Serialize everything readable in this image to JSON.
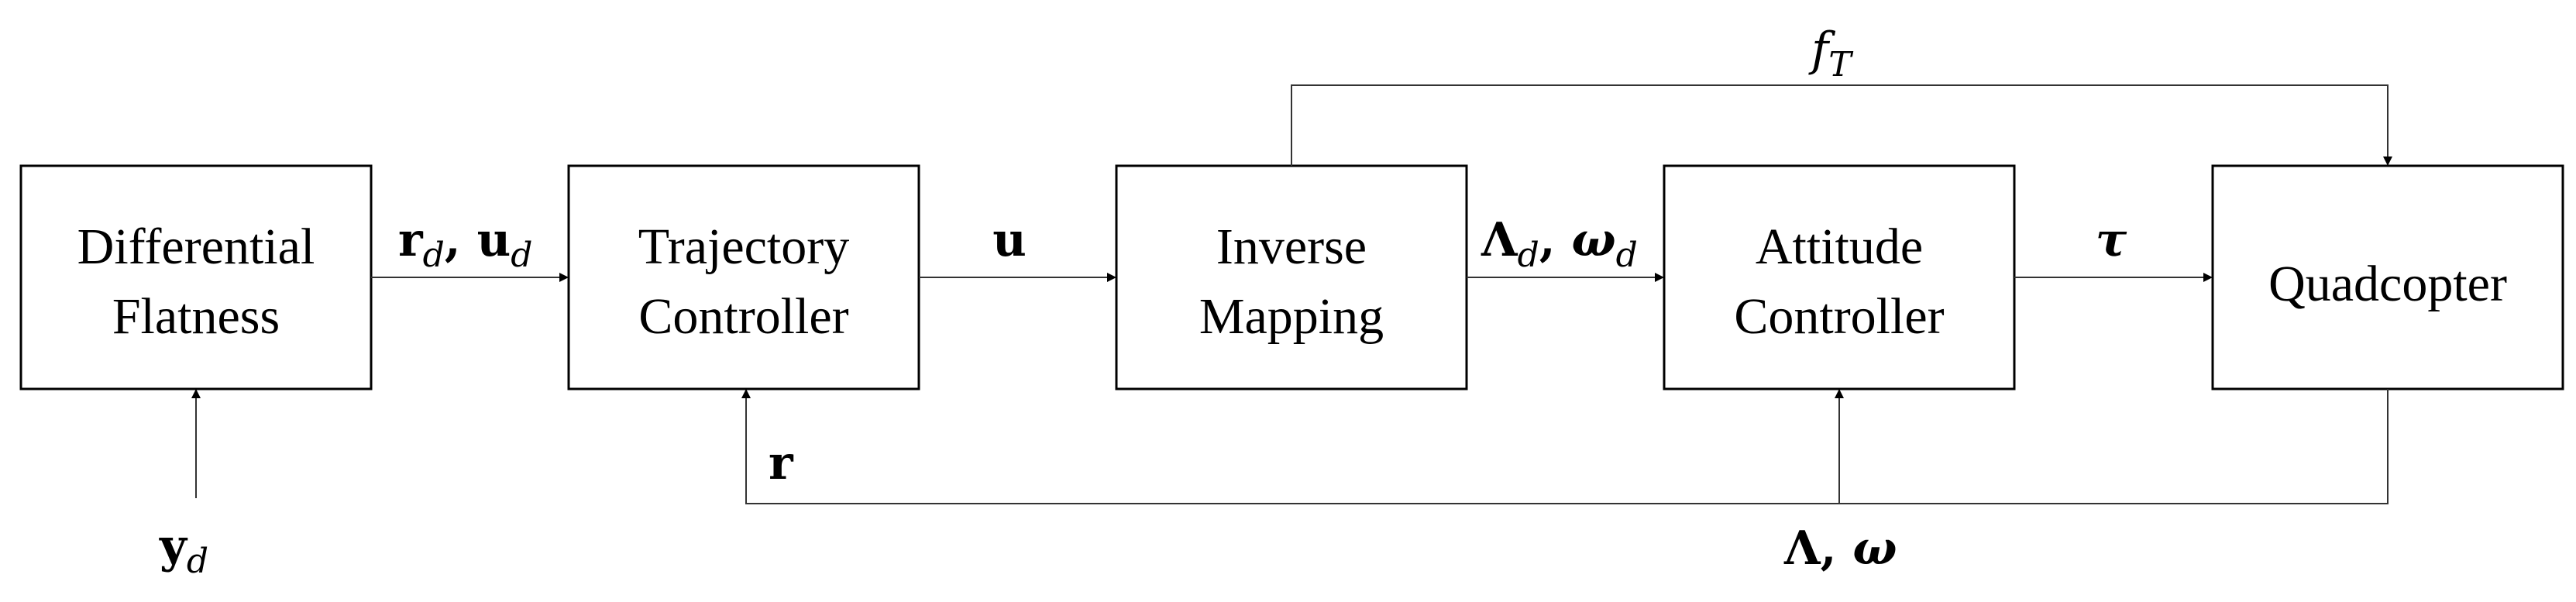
{
  "colors": {
    "stroke": "#000000",
    "wire": "#333333",
    "background": "#ffffff"
  },
  "blocks": {
    "differential_flatness": {
      "line1": "Differential",
      "line2": "Flatness"
    },
    "trajectory_controller": {
      "line1": "Trajectory",
      "line2": "Controller"
    },
    "inverse_mapping": {
      "line1": "Inverse",
      "line2": "Mapping"
    },
    "attitude_controller": {
      "line1": "Attitude",
      "line2": "Controller"
    },
    "quadcopter": {
      "line1": "Quadcopter"
    }
  },
  "signals": {
    "rd_ud": {
      "r": "r",
      "r_sub": "d",
      "comma": ", ",
      "u": "u",
      "u_sub": "d"
    },
    "u": {
      "u": "u"
    },
    "lambda_omega_d": {
      "lambda": "Λ",
      "lambda_sub": "d",
      "comma": ", ",
      "omega": "ω",
      "omega_sub": "d"
    },
    "tau": {
      "tau": "τ"
    },
    "f_t": {
      "f": "f",
      "f_sub": "T"
    },
    "r": {
      "r": "r"
    },
    "lambda_omega": {
      "lambda": "Λ",
      "comma": ", ",
      "omega": "ω"
    },
    "y_d": {
      "y": "y",
      "y_sub": "d"
    }
  }
}
